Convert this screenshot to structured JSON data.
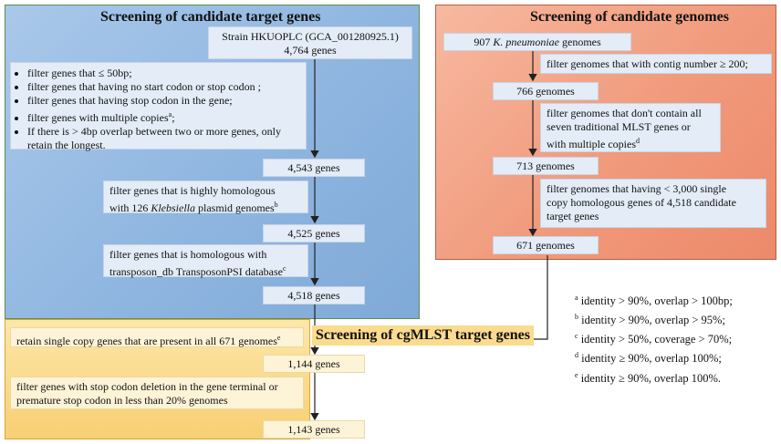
{
  "candidate_genes": {
    "title": "Screening of candidate target genes",
    "strain_line1": "Strain HKUOPLC (GCA_001280925.1)",
    "strain_line2": "4,764 genes",
    "filters": [
      "filter genes that ≤ 50bp;",
      "filter genes that having no start codon or stop codon ;",
      "filter genes that having stop codon in the gene;",
      "filter genes with multiple copies",
      "If there is > 4bp overlap between two or more genes, only retain the longest."
    ],
    "filter4_sup": "a",
    "filter4_tail": ";",
    "count_4543": "4,543 genes",
    "plasmid_filter_a": "filter genes that is highly homologous",
    "plasmid_filter_b": "with 126 ",
    "plasmid_filter_italic": "Klebsiella",
    "plasmid_filter_c": " plasmid genomes",
    "plasmid_filter_sup": "b",
    "count_4525": "4,525 genes",
    "transposon_filter_a": "filter genes that is homologous with",
    "transposon_filter_b": "transposon_db TransposonPSI database",
    "transposon_filter_sup": "c",
    "count_4518": "4,518 genes"
  },
  "candidate_genomes": {
    "title": "Screening of candidate genomes",
    "start_count": "907 ",
    "start_italic": "K. pneumoniae",
    "start_tail": " genomes",
    "filter_contig": "filter genomes that with contig number ≥ 200;",
    "count_766": "766 genomes",
    "filter_mlst_a": "filter genomes that don't contain all",
    "filter_mlst_b": "seven traditional MLST genes or",
    "filter_mlst_c": "with multiple copies",
    "filter_mlst_sup": "d",
    "count_713": "713 genomes",
    "filter_single_a": "filter genomes that having < 3,000 single",
    "filter_single_b": "copy homologous genes of 4,518 candidate",
    "filter_single_c": "target genes",
    "count_671": "671 genomes"
  },
  "cgmlst": {
    "title": "Screening of cgMLST target genes",
    "retain": "retain single copy genes that are present in all 671 genomes",
    "retain_sup": "e",
    "count_1144": "1,144 genes",
    "stop_filter_a": "filter genes with stop codon deletion in the gene terminal or",
    "stop_filter_b": "premature stop codon in less than 20% genomes",
    "count_1143": "1,143 genes"
  },
  "footnotes": [
    {
      "mark": "a",
      "text": " identity > 90%, overlap > 100bp;"
    },
    {
      "mark": "b",
      "text": " identity > 90%, overlap > 95%;"
    },
    {
      "mark": "c",
      "text": " identity > 50%, coverage > 70%;"
    },
    {
      "mark": "d",
      "text": " identity ≥ 90%, overlap 100%;"
    },
    {
      "mark": "e",
      "text": " identity ≥ 90%, overlap 100%."
    }
  ]
}
